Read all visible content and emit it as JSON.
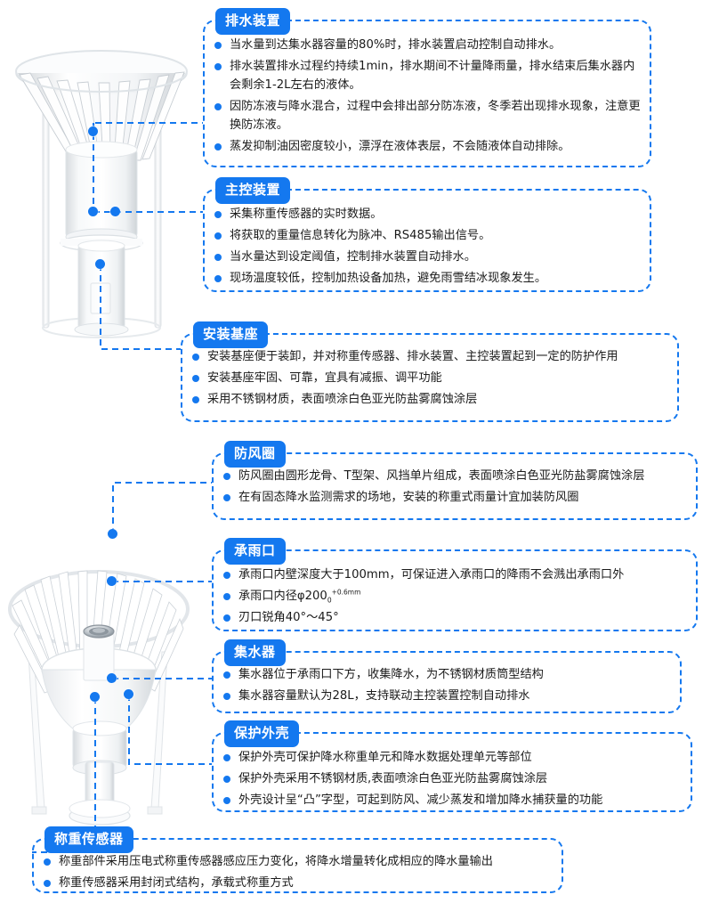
{
  "colors": {
    "accent": "#1478ef",
    "badge_text": "#ffffff",
    "body_text": "#1b1b1b",
    "background": "#ffffff"
  },
  "illustrations": [
    {
      "name": "weighing-rain-gauge-with-cover",
      "description": "称重式雨量计带保护外壳外观图"
    },
    {
      "name": "weighing-rain-gauge-with-windshield",
      "description": "称重式雨量计带防风圈内部结构图"
    }
  ],
  "cards": [
    {
      "id": "drain",
      "title": "排水装置",
      "bullets": [
        "当水量到达集水器容量的80%时，排水装置启动控制自动排水。",
        "排水装置排水过程约持续1min，排水期间不计量降雨量，排水结束后集水器内会剩余1-2L左右的液体。",
        "因防冻液与降水混合，过程中会排出部分防冻液，冬季若出现排水现象，注意更换防冻液。",
        "蒸发抑制油因密度较小，漂浮在液体表层，不会随液体自动排除。"
      ]
    },
    {
      "id": "main",
      "title": "主控装置",
      "bullets": [
        "采集称重传感器的实时数据。",
        "将获取的重量信息转化为脉冲、RS485输出信号。",
        "当水量达到设定阈值，控制排水装置自动排水。",
        "现场温度较低，控制加热设备加热，避免雨雪结冰现象发生。"
      ]
    },
    {
      "id": "base",
      "title": "安装基座",
      "bullets": [
        "安装基座便于装卸，并对称重传感器、排水装置、主控装置起到一定的防护作用",
        "安装基座牢固、可靠，宜具有减振、调平功能",
        "采用不锈钢材质，表面喷涂白色亚光防盐雾腐蚀涂层"
      ]
    },
    {
      "id": "windshield",
      "title": "防风圈",
      "bullets": [
        "防风圈由圆形龙骨、T型架、风挡单片组成，表面喷涂白色亚光防盐雾腐蚀涂层",
        "在有固态降水监测需求的场地，安装的称重式雨量计宜加装防风圈"
      ]
    },
    {
      "id": "inlet",
      "title": "承雨口",
      "bullets": [
        "承雨口内壁深度大于100mm，可保证进入承雨口的降雨不会溅出承雨口外",
        "刃口锐角40°～45°"
      ],
      "dimension_bullet": {
        "prefix": "承雨口内径φ200",
        "sub": "0",
        "sup": "+0.6mm"
      }
    },
    {
      "id": "collector",
      "title": "集水器",
      "bullets": [
        "集水器位于承雨口下方，收集降水，为不锈钢材质筒型结构",
        "集水器容量默认为28L，支持联动主控装置控制自动排水"
      ]
    },
    {
      "id": "shell",
      "title": "保护外壳",
      "bullets": [
        "保护外壳可保护降水称重单元和降水数据处理单元等部位",
        "保护外壳采用不锈钢材质,表面喷涂白色亚光防盐雾腐蚀涂层",
        "外壳设计呈“凸”字型，可起到防风、减少蒸发和增加降水捕获量的功能"
      ]
    },
    {
      "id": "sensor",
      "title": "称重传感器",
      "bullets": [
        "称重部件采用压电式称重传感器感应压力变化，将降水增量转化成相应的降水量输出",
        "称重传感器采用封闭式结构，承载式称重方式"
      ]
    }
  ]
}
